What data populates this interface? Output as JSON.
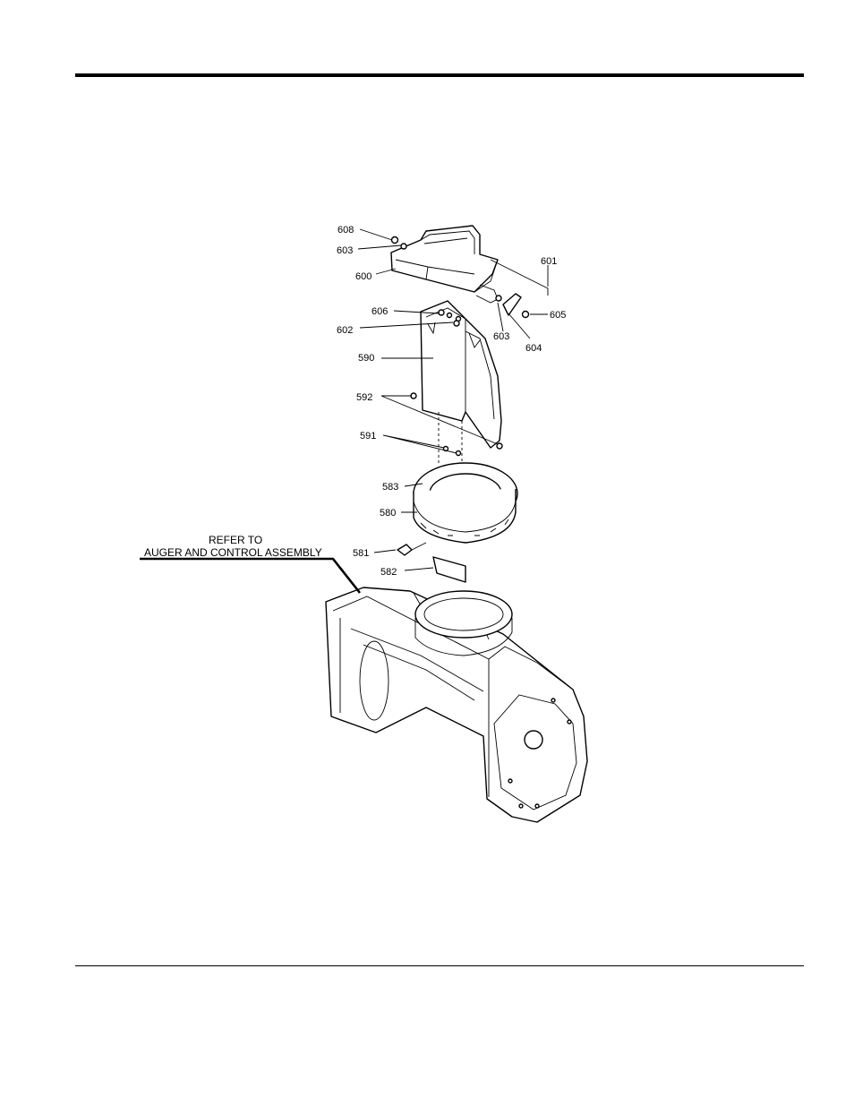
{
  "callouts": {
    "c608": "608",
    "c603a": "603",
    "c600": "600",
    "c601": "601",
    "c606": "606",
    "c602": "602",
    "c605": "605",
    "c603b": "603",
    "c604": "604",
    "c590": "590",
    "c592": "592",
    "c591": "591",
    "c583": "583",
    "c580": "580",
    "c581": "581",
    "c582": "582"
  },
  "note": {
    "line1": "REFER TO",
    "line2": "AUGER AND CONTROL ASSEMBLY"
  }
}
